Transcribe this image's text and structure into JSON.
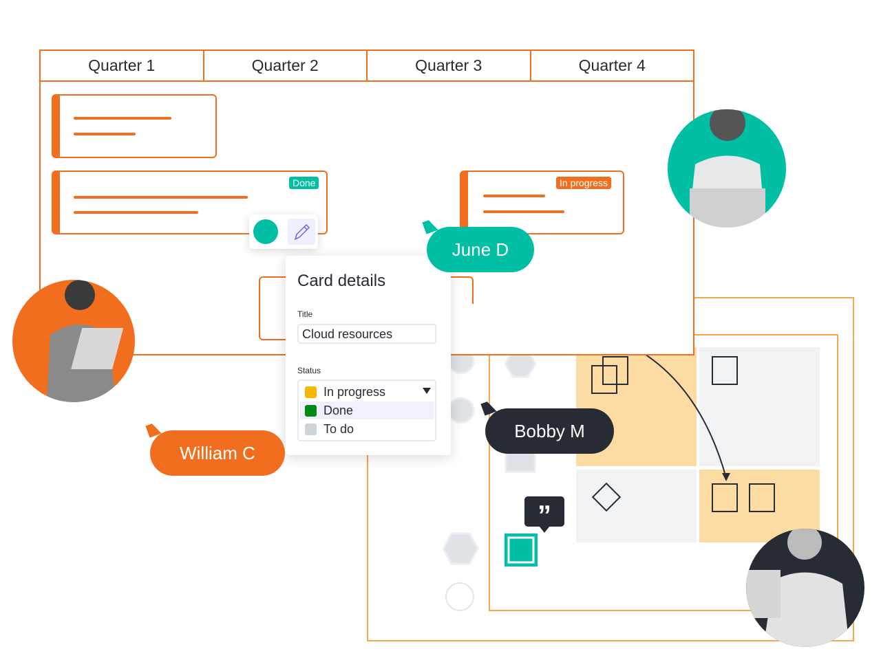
{
  "board": {
    "columns": [
      "Quarter 1",
      "Quarter 2",
      "Quarter 3",
      "Quarter 4"
    ]
  },
  "cards": {
    "done_badge": "Done",
    "in_progress_badge": "In progress"
  },
  "card_details": {
    "heading": "Card details",
    "title_label": "Title",
    "title_value": "Cloud resources",
    "status_label": "Status",
    "status_selected": "In progress",
    "status_options": [
      {
        "label": "In progress",
        "color": "#f5b800"
      },
      {
        "label": "Done",
        "color": "#008a16"
      },
      {
        "label": "To do",
        "color": "#cdd3db"
      }
    ]
  },
  "collaborators": {
    "june": "June D",
    "william": "William C",
    "bobby": "Bobby M"
  },
  "colors": {
    "orange": "#f26e1f",
    "teal": "#00bfa5",
    "dark": "#272b33",
    "yellow": "#fddca3"
  }
}
